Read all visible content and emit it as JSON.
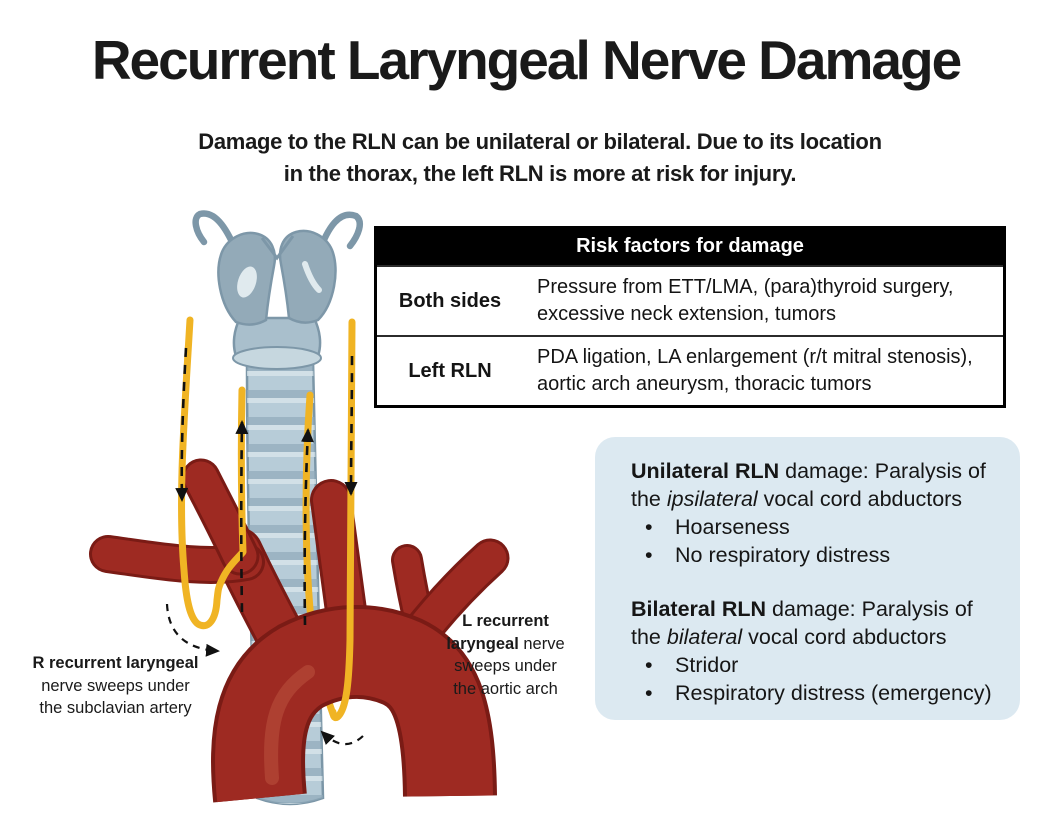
{
  "title": "Recurrent Laryngeal Nerve Damage",
  "subtitle": {
    "line1": "Damage to the RLN can be unilateral or bilateral. Due to its location",
    "line2": "in the thorax, the left RLN is more at risk for injury."
  },
  "risk_table": {
    "header": "Risk factors for damage",
    "rows": [
      {
        "label": "Both sides",
        "detail": "Pressure from ETT/LMA, (para)thyroid surgery, excessive neck extension, tumors"
      },
      {
        "label": "Left RLN",
        "detail": "PDA ligation, LA enlargement (r/t mitral stenosis), aortic arch aneurysm, thoracic tumors"
      }
    ]
  },
  "info_box": {
    "unilateral": {
      "bold": "Unilateral RLN",
      "rest": " damage: Paralysis of",
      "l2a": "the ",
      "italic": "ipsilateral",
      "l2b": " vocal cord abductors",
      "bullet1": "Hoarseness",
      "bullet2": "No respiratory distress"
    },
    "bilateral": {
      "bold": "Bilateral RLN",
      "rest": " damage: Paralysis of",
      "l2a": "the ",
      "italic": "bilateral",
      "l2b": " vocal cord abductors",
      "bullet1": "Stridor",
      "bullet2": "Respiratory distress (emergency)"
    }
  },
  "labels": {
    "right_rln": {
      "line1": "R recurrent laryngeal",
      "line2": "nerve sweeps under",
      "line3": "the subclavian artery"
    },
    "left_rln": {
      "line1": "L recurrent",
      "line2_bold": "laryngeal",
      "line2_rest": " nerve",
      "line3": "sweeps under",
      "line4": "the aortic arch"
    }
  },
  "glyphs": {
    "bullet": "•"
  },
  "colors": {
    "aorta_red": "#9e2a22",
    "aorta_dark": "#7a1b15",
    "aorta_highlight": "#c05a45",
    "nerve_yellow": "#f0b424",
    "trachea_blue": "#b7ccd8",
    "trachea_ring_dark": "#8fa9ba",
    "trachea_ring_light": "#dae7ec",
    "trachea_outline": "#7b96a7",
    "cartilage": "#93aab8",
    "cartilage_mid": "#a9bfcc",
    "cartilage_dark": "#7d97a8",
    "cartilage_light": "#c6d7df",
    "cartilage_highlight": "#e9f1f4",
    "info_box_bg": "#dce9f1",
    "table_header_bg": "#000000",
    "table_header_text": "#ffffff",
    "arrow_black": "#111111"
  }
}
